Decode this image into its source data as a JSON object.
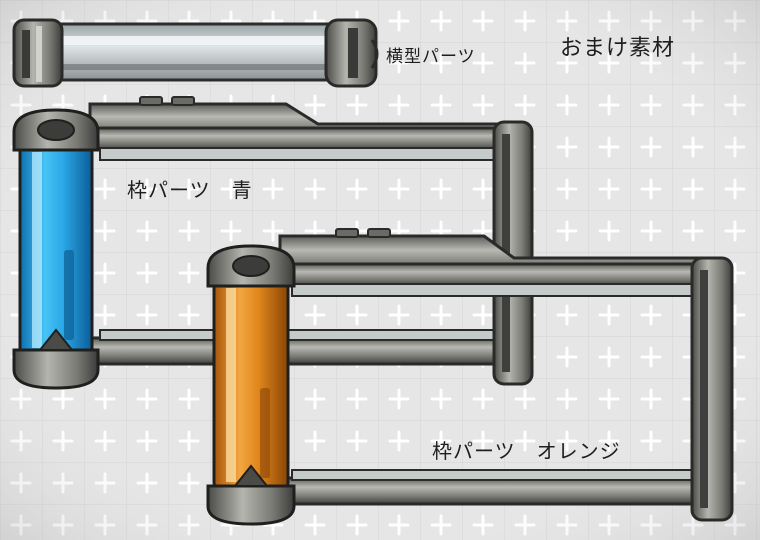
{
  "labels": {
    "extras_title": "おまけ素材",
    "horizontal_part": "横型パーツ",
    "frame_blue": "枠パーツ　青",
    "frame_orange": "枠パーツ　オレンジ"
  },
  "colors": {
    "background": "#e9e9e9",
    "grid_cross": "#ffffff",
    "metal_dark": "#4a4a48",
    "metal_mid": "#8d8d88",
    "metal_light": "#c9c9c4",
    "capsule_blue": "#2aa7e6",
    "capsule_orange": "#e0861c",
    "capsule_clear": "#c8d0d2"
  },
  "icons": {
    "pattern": "plus-grid-pattern",
    "horizontal_capsule": "horizontal-capsule-icon",
    "frame_blue": "blue-frame-icon",
    "frame_orange": "orange-frame-icon"
  }
}
